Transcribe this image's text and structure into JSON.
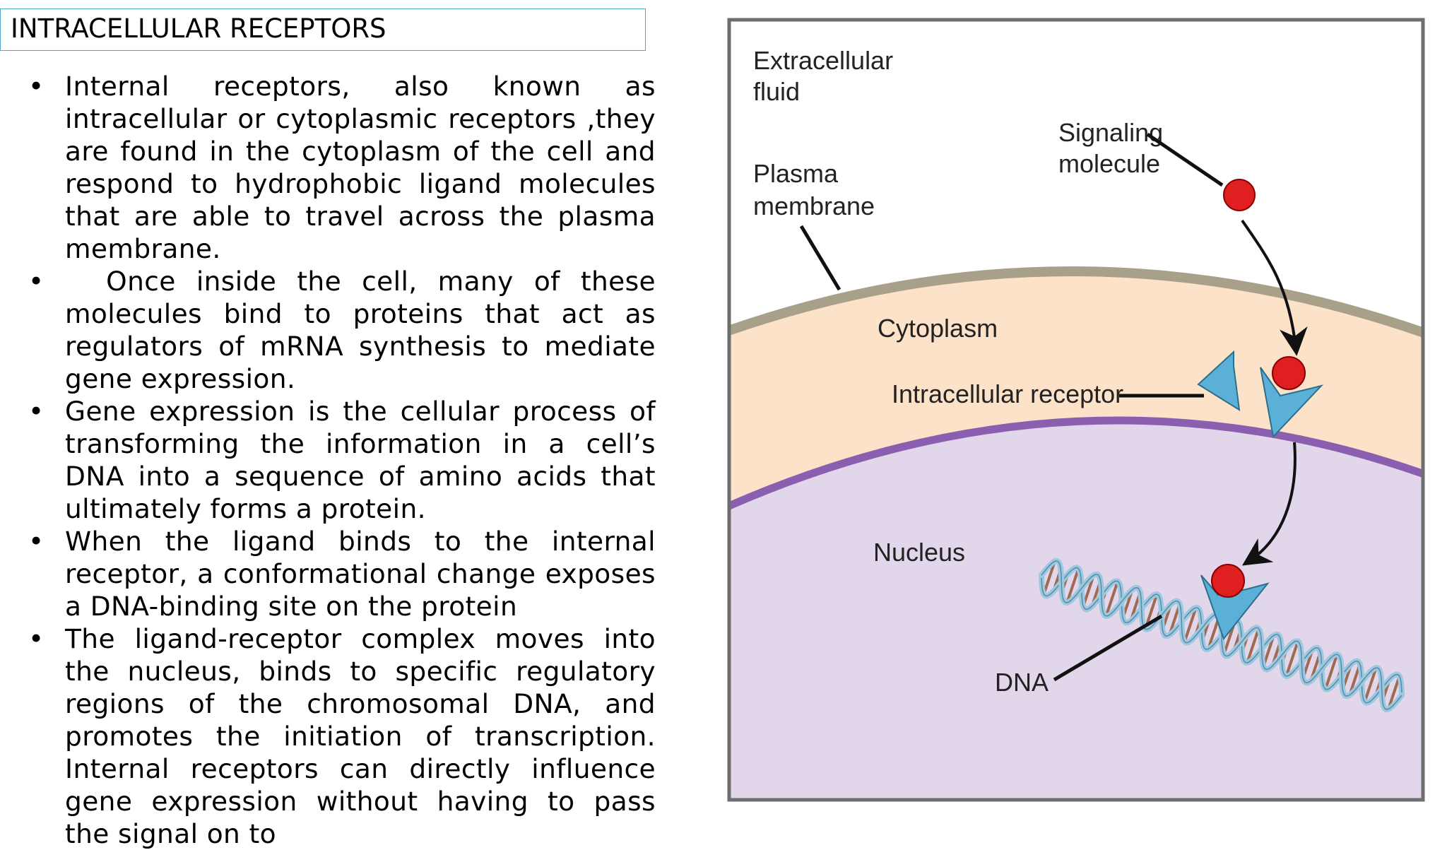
{
  "slide": {
    "title": "INTRACELLULAR RECEPTORS",
    "bullets": [
      "Internal receptors, also known as intracellular or cytoplasmic receptors ,they are found in the cytoplasm of the cell and respond to hydrophobic ligand molecules that are able to travel across the plasma membrane.",
      "  Once inside the cell, many of these molecules bind to proteins that act as regulators of mRNA synthesis to mediate gene expression.",
      "Gene expression is the cellular process of transforming the information in a cell’s DNA into a sequence of amino acids that ultimately forms a protein.",
      "When the ligand binds to the internal receptor, a conformational change exposes a DNA-binding site on the protein",
      "The ligand-receptor complex moves into the nucleus, binds to specific regulatory regions of the chromosomal DNA, and promotes the initiation of transcription. Internal receptors can directly influence gene expression without having to pass the signal on to"
    ],
    "bullet_symbol": "•"
  },
  "diagram": {
    "labels": {
      "extracellular_line1": "Extracellular",
      "extracellular_line2": "fluid",
      "plasma_line1": "Plasma",
      "plasma_line2": "membrane",
      "signaling_line1": "Signaling",
      "signaling_line2": "molecule",
      "cytoplasm": "Cytoplasm",
      "intracellular_receptor": "Intracellular receptor",
      "nucleus": "Nucleus",
      "dna": "DNA"
    },
    "colors": {
      "extracellular": "#ffffff",
      "plasma_membrane": "#a8a088",
      "cytoplasm": "#fbe2c8",
      "nuclear_envelope": "#8a5fb0",
      "nucleoplasm": "#e2d6ea",
      "ligand": "#e02020",
      "receptor": "#5ab0d6",
      "dna_strand": "#9cc8e0",
      "dna_rung": "#a06a50",
      "frame": "#6e6e6e"
    }
  }
}
